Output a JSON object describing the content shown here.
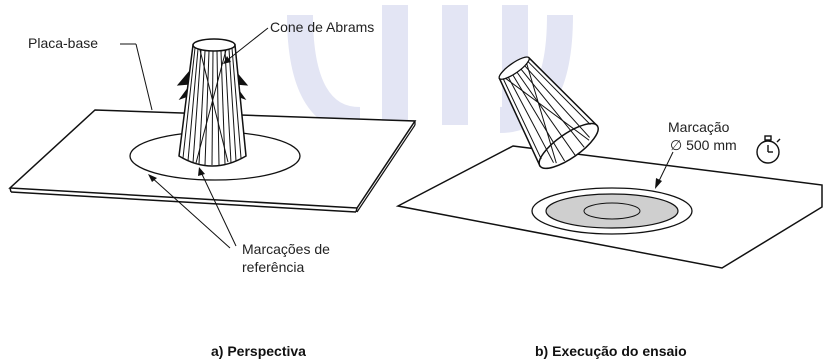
{
  "left": {
    "labels": {
      "base_plate": "Placa-base",
      "cone": "Cone de Abrams",
      "marks_line1": "Marcações de",
      "marks_line2": "referência"
    },
    "caption": "a) Perspectiva"
  },
  "right": {
    "labels": {
      "mark_line1": "Marcação",
      "mark_line2": "∅ 500 mm"
    },
    "caption": "b) Execução do ensaio"
  },
  "colors": {
    "stroke": "#111111",
    "spread_fill": "#cfcfcf",
    "watermark": "#e3e5f4"
  }
}
